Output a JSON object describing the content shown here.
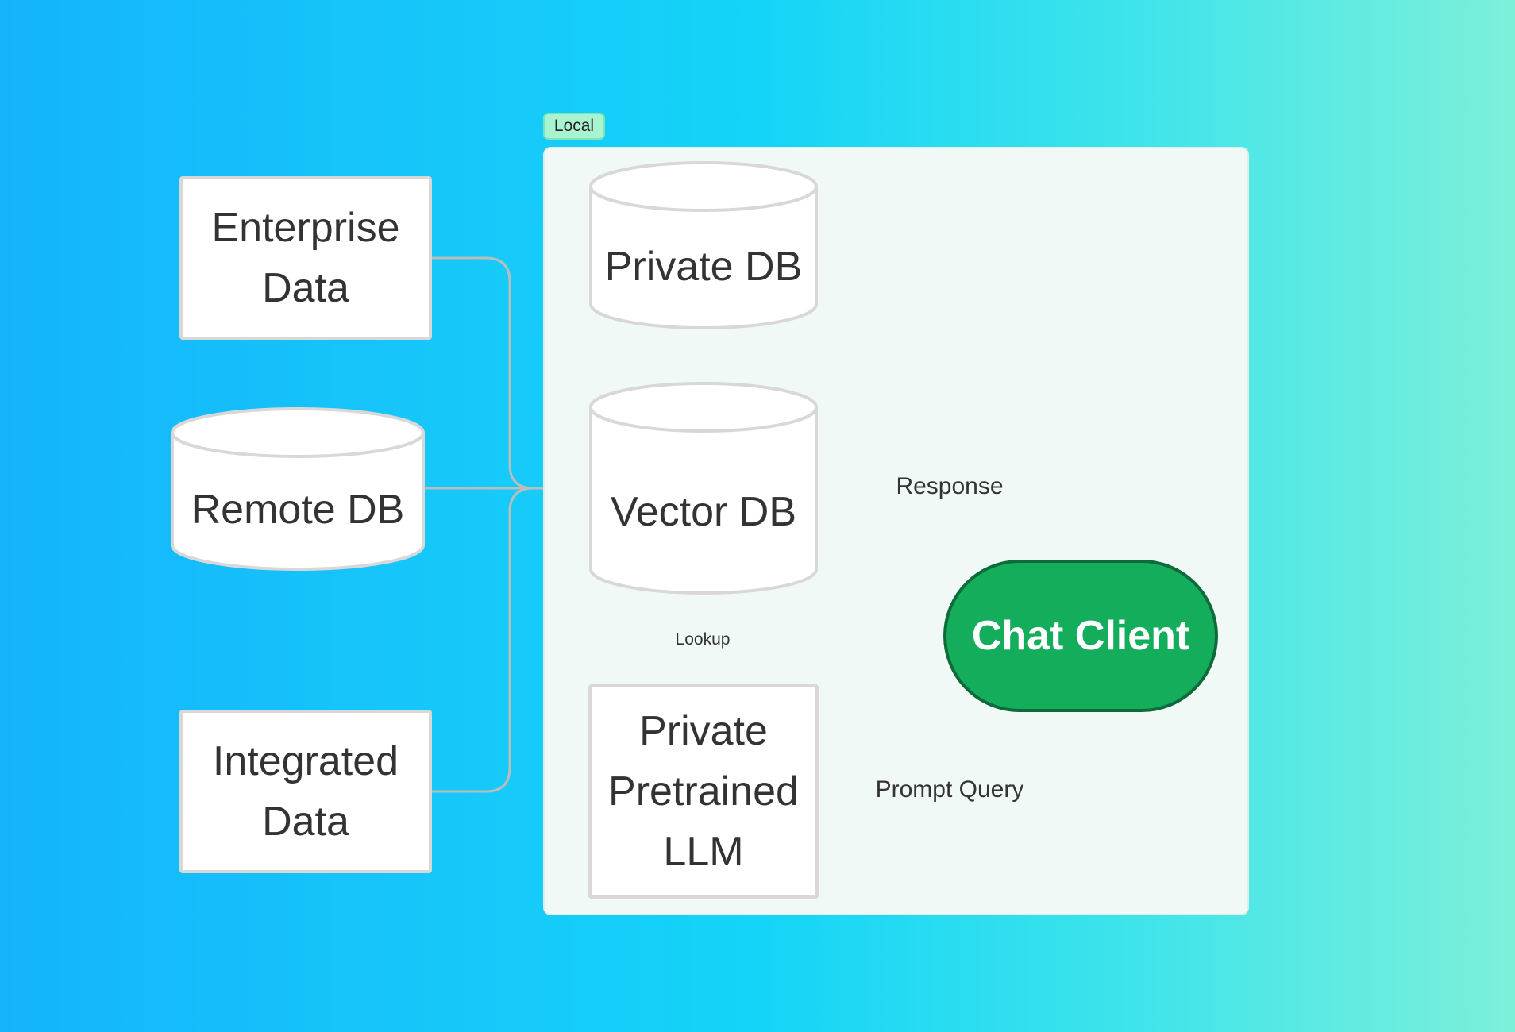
{
  "frame": {
    "tag": "Local"
  },
  "nodes": {
    "enterprise_data": "Enterprise\nData",
    "remote_db": "Remote DB",
    "integrated_data": "Integrated\nData",
    "private_db": "Private DB",
    "vector_db": "Vector DB",
    "private_llm": "Private\nPretrained\nLLM",
    "chat_client": "Chat Client"
  },
  "edges": {
    "response": "Response",
    "lookup": "Lookup",
    "prompt_query": "Prompt Query"
  },
  "colors": {
    "chat_client_fill": "#14ad5c",
    "chat_client_border": "#0d6b3a",
    "frame_tag": "#a8f3d0",
    "connector": "#bcbcbc"
  }
}
